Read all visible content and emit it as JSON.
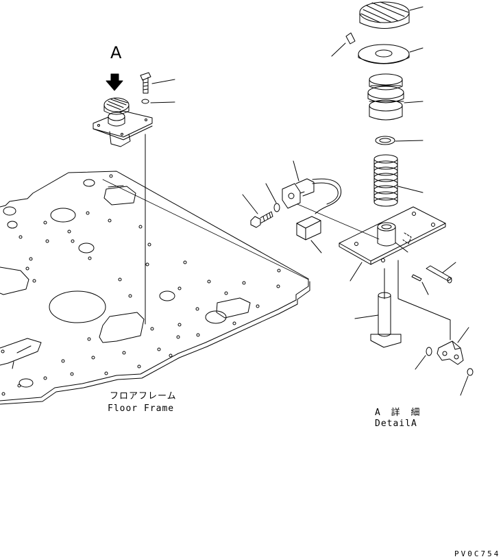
{
  "view_letter": "A",
  "floor_frame": {
    "label_jp": "フロアフレーム",
    "label_en": "Floor Frame"
  },
  "detail": {
    "label_jp": "A 詳 細",
    "label_en": "DetailA"
  },
  "drawing_code": "PV0C754",
  "colors": {
    "line": "#000000",
    "background": "#ffffff"
  }
}
